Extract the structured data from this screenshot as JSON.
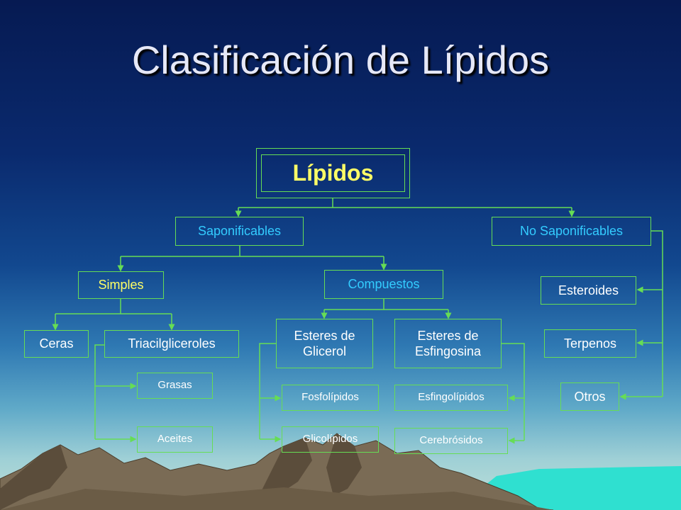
{
  "slide": {
    "title": "Clasificación de Lípidos"
  },
  "diagram": {
    "root": "Lípidos",
    "saponificables": "Saponificables",
    "no_saponificables": "No Saponificables",
    "simples": "Simples",
    "compuestos": "Compuestos",
    "ceras": "Ceras",
    "triacilgliceroles": "Triacilgliceroles",
    "grasas": "Grasas",
    "aceites": "Aceites",
    "esteres_glicerol": "Esteres de Glicerol",
    "esteres_esfingosina": "Esteres de Esfingosina",
    "fosfolipidos": "Fosfolípidos",
    "glicolipidos": "Glicolípidos",
    "esfingolipidos": "Esfingolípidos",
    "cerebrosidos": "Cerebrósidos",
    "esteroides": "Esteroides",
    "terpenos": "Terpenos",
    "otros": "Otros"
  },
  "colors": {
    "connector": "#66dd55",
    "category_text": "#33ccff",
    "highlight_text": "#ffff66",
    "leaf_text": "#ffffff"
  }
}
